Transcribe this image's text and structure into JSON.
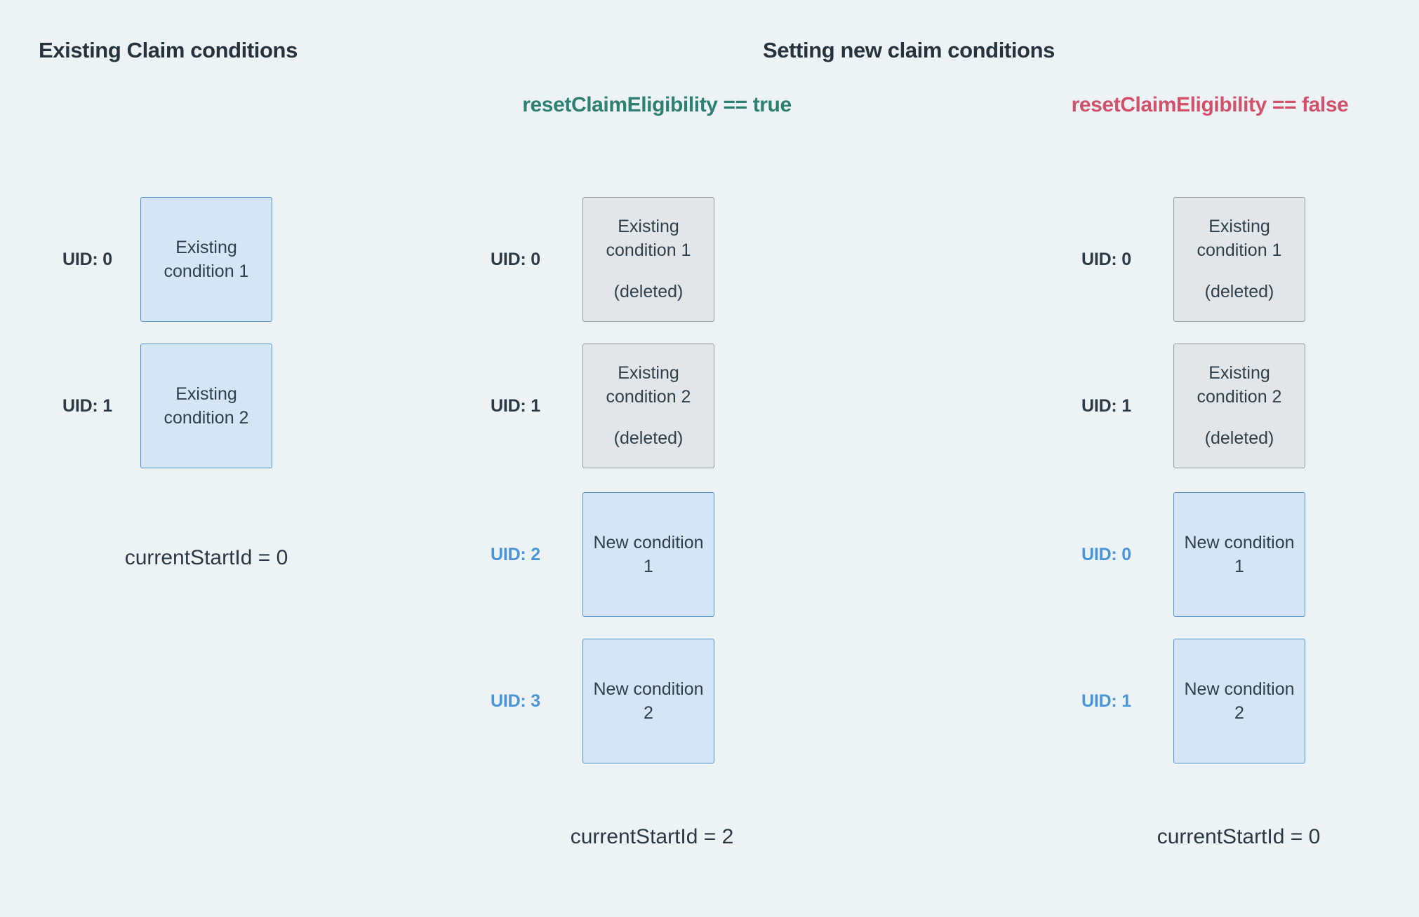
{
  "titles": {
    "existing": "Existing Claim conditions",
    "setting": "Setting new claim conditions"
  },
  "scenario_labels": {
    "reset_true": "resetClaimEligibility == true",
    "reset_false": "resetClaimEligibility == false"
  },
  "colors": {
    "background": "#edf2f5",
    "dark_text": "#2c3a46",
    "uid_blue": "#4a94d8",
    "scenario_true_green": "#2b8071",
    "scenario_false_red": "#d25069",
    "condition_box_fill": "#d6e5f6",
    "condition_box_border": "#4f93d2",
    "deleted_box_fill": "#e3e6e8",
    "deleted_box_border": "#949ca1"
  },
  "columns": [
    {
      "id": "existing",
      "rows": [
        {
          "uid": "UID: 0",
          "uid_style": "dark",
          "box_style": "blue",
          "label": "Existing\ncondition 1",
          "note": ""
        },
        {
          "uid": "UID: 1",
          "uid_style": "dark",
          "box_style": "blue",
          "label": "Existing\ncondition 2",
          "note": ""
        }
      ],
      "footer": "currentStartId = 0"
    },
    {
      "id": "reset-true",
      "rows": [
        {
          "uid": "UID: 0",
          "uid_style": "dark",
          "box_style": "grey",
          "label": "Existing\ncondition 1",
          "note": "(deleted)"
        },
        {
          "uid": "UID: 1",
          "uid_style": "dark",
          "box_style": "grey",
          "label": "Existing\ncondition 2",
          "note": "(deleted)"
        },
        {
          "uid": "UID: 2",
          "uid_style": "blue",
          "box_style": "blue",
          "label": "New condition\n1",
          "note": ""
        },
        {
          "uid": "UID: 3",
          "uid_style": "blue",
          "box_style": "blue",
          "label": "New condition\n2",
          "note": ""
        }
      ],
      "footer": "currentStartId = 2"
    },
    {
      "id": "reset-false",
      "rows": [
        {
          "uid": "UID: 0",
          "uid_style": "dark",
          "box_style": "grey",
          "label": "Existing\ncondition 1",
          "note": "(deleted)"
        },
        {
          "uid": "UID: 1",
          "uid_style": "dark",
          "box_style": "grey",
          "label": "Existing\ncondition 2",
          "note": "(deleted)"
        },
        {
          "uid": "UID: 0",
          "uid_style": "blue",
          "box_style": "blue",
          "label": "New condition\n1",
          "note": ""
        },
        {
          "uid": "UID: 1",
          "uid_style": "blue",
          "box_style": "blue",
          "label": "New condition\n2",
          "note": ""
        }
      ],
      "footer": "currentStartId = 0"
    }
  ]
}
